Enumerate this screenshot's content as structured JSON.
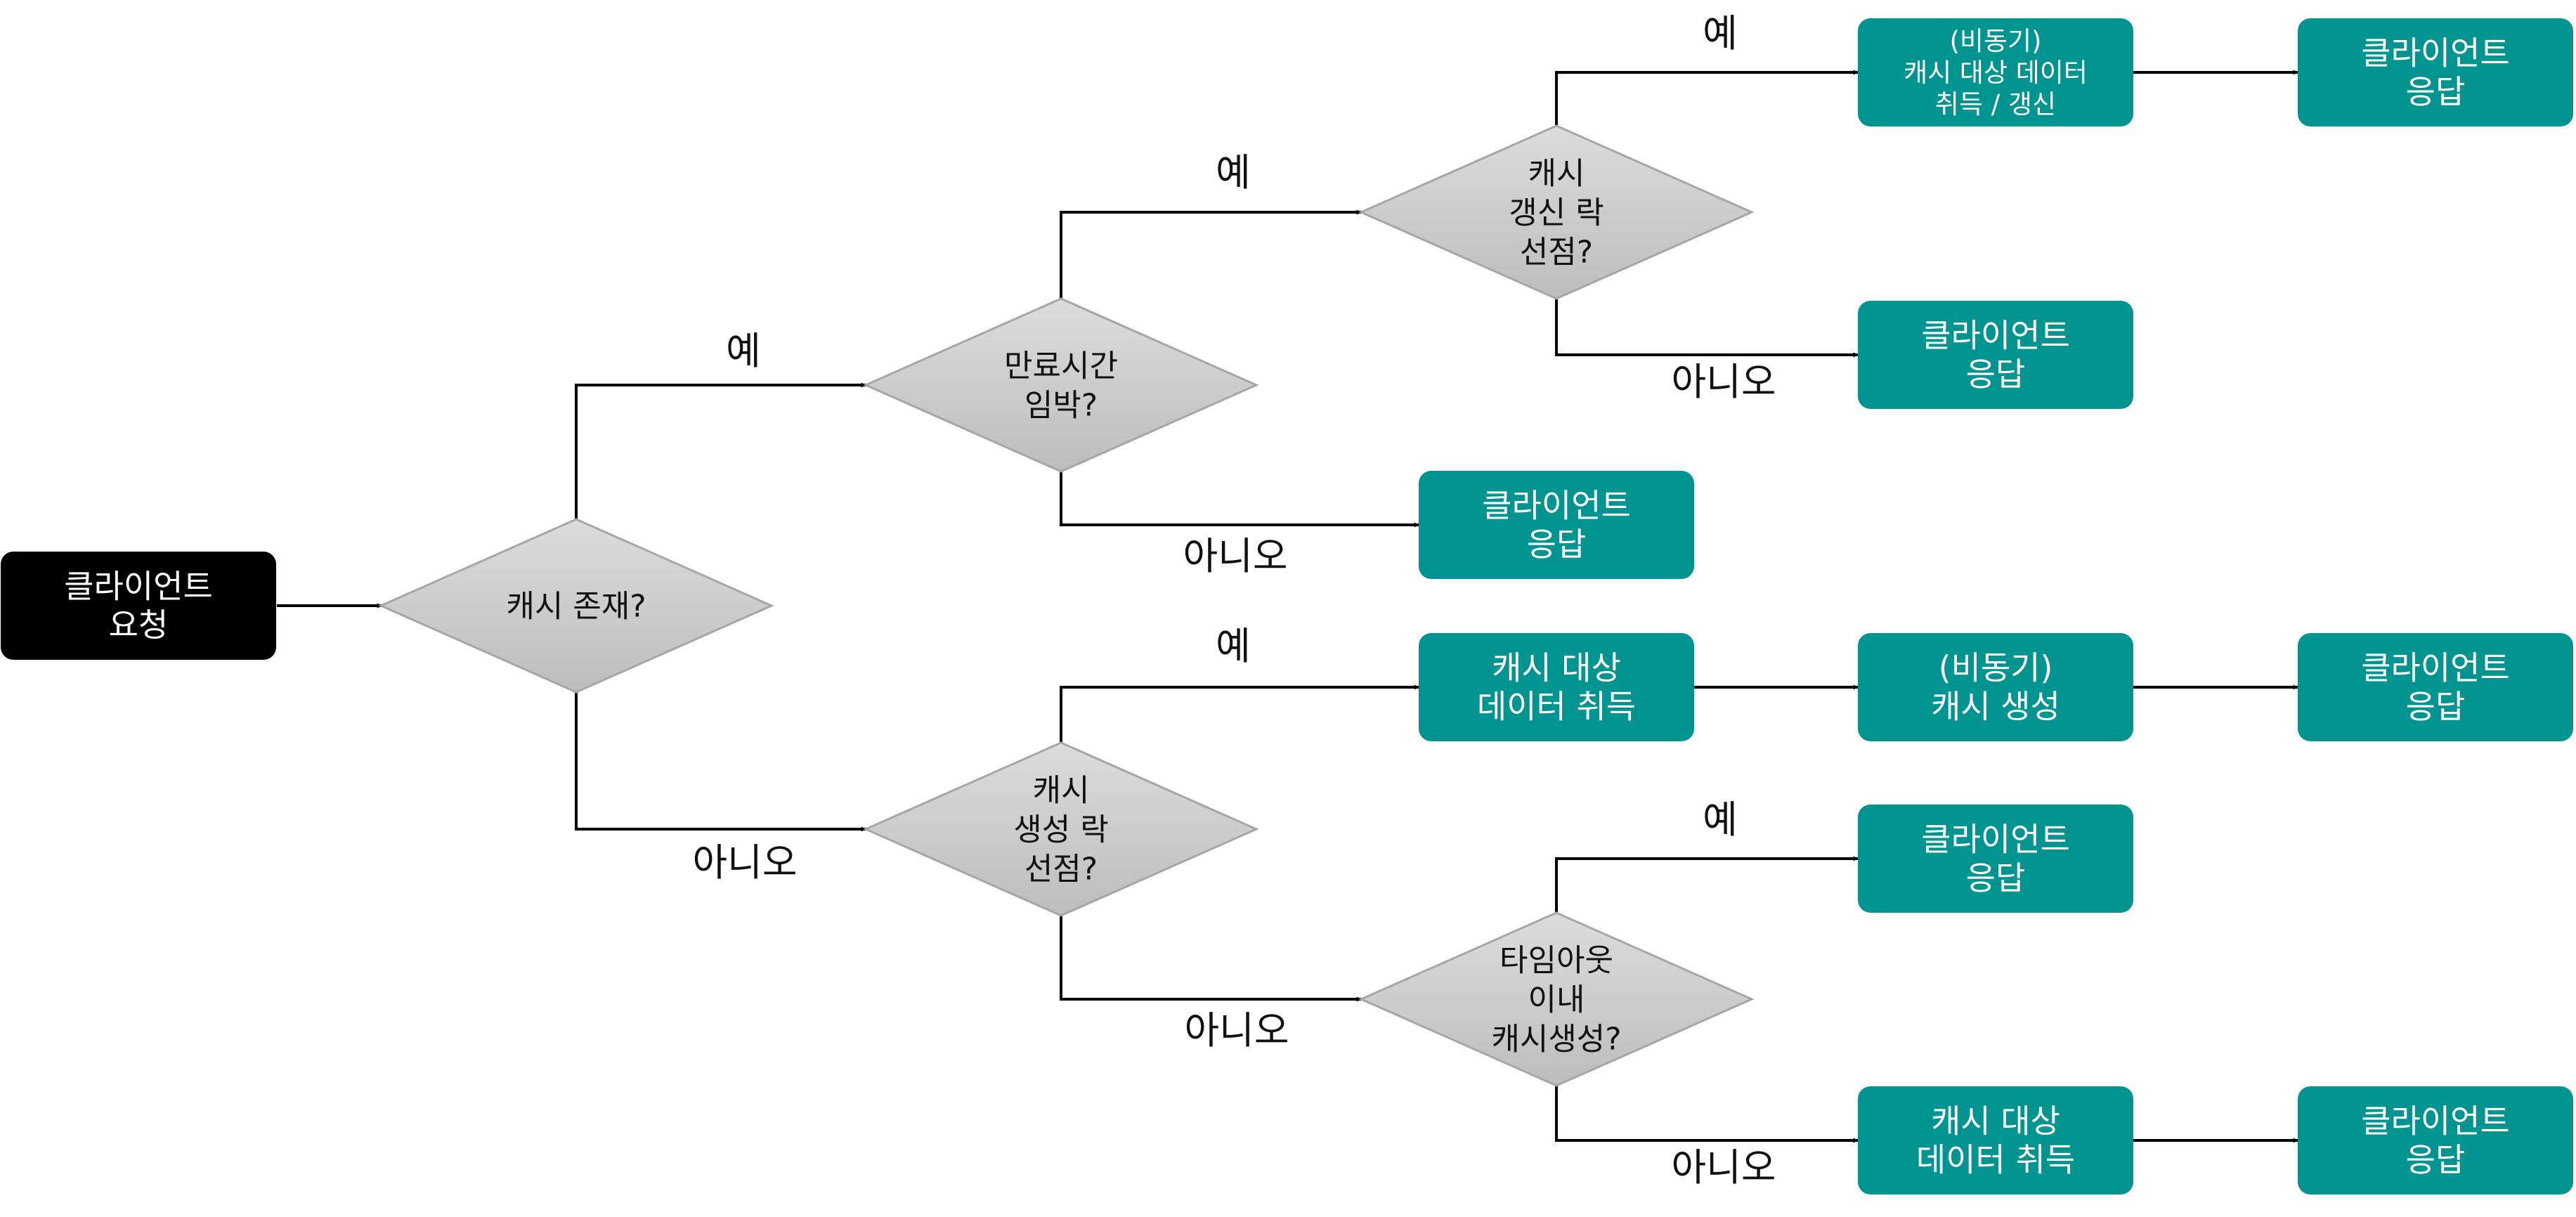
{
  "colors": {
    "start_box": "#000000",
    "response_box": "#009490",
    "decision_fill_top": "#dcdcdc",
    "decision_fill_bottom": "#bdbdbd",
    "decision_stroke": "#a6a6a6",
    "connector": "#000000"
  },
  "nodes": {
    "start": [
      "클라이언트",
      "요청"
    ],
    "cache_exists": [
      "캐시 존재?"
    ],
    "expiry_near": [
      "만료시간",
      "임박?"
    ],
    "renew_lock": [
      "캐시",
      "갱신 락",
      "선점?"
    ],
    "async_fetch_renew": [
      "(비동기)",
      "캐시 대상 데이터",
      "취득 / 갱신"
    ],
    "response_1": [
      "클라이언트",
      "응답"
    ],
    "response_2": [
      "클라이언트",
      "응답"
    ],
    "response_3": [
      "클라이언트",
      "응답"
    ],
    "create_lock": [
      "캐시",
      "생성 락",
      "선점?"
    ],
    "fetch_data_1": [
      "캐시 대상",
      "데이터 취득"
    ],
    "async_create": [
      "(비동기)",
      "캐시 생성"
    ],
    "response_4": [
      "클라이언트",
      "응답"
    ],
    "timeout_check": [
      "타임아웃",
      "이내",
      "캐시생성?"
    ],
    "response_5": [
      "클라이언트",
      "응답"
    ],
    "fetch_data_2": [
      "캐시 대상",
      "데이터 취득"
    ],
    "response_6": [
      "클라이언트",
      "응답"
    ]
  },
  "edge_labels": {
    "yes": "예",
    "no": "아니오"
  }
}
